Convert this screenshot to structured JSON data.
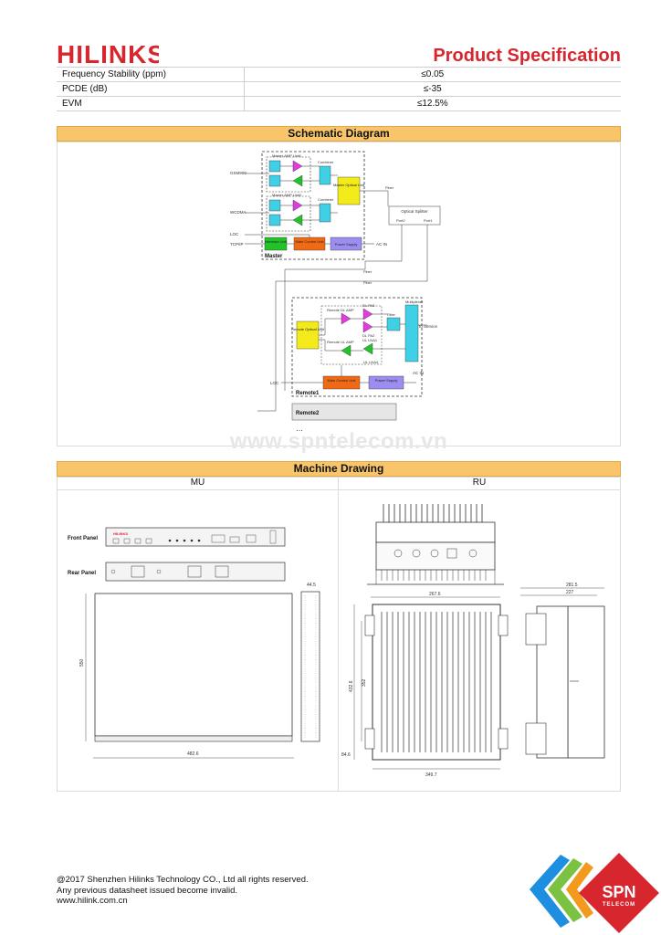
{
  "header": {
    "brand": "HILINKS",
    "title": "Product Specification"
  },
  "specs": [
    {
      "name": "Frequency Stability (ppm)",
      "value": "≤0.05"
    },
    {
      "name": "PCDE (dB)",
      "value": "≤-35"
    },
    {
      "name": "EVM",
      "value": "≤12.5%"
    }
  ],
  "schematic": {
    "section_title": "Schematic Diagram",
    "labels": {
      "gsm": "GSM900",
      "wcdma": "WCDMA",
      "loc": "LOC",
      "tcpip": "TCP/IP",
      "master_amp1": "Master AMP Unit1",
      "master_amp2": "Master AMP Unit2",
      "combiner": "Combiner",
      "master_optical": "Master Optical Unit",
      "interface_unit": "Interface Unit",
      "main_control": "Main Control Unit",
      "power_supply": "Power Supply",
      "acin": "AC IN",
      "master": "Master",
      "fiber": "Fiber",
      "optical_splitter": "Optical Splitter",
      "port2": "Port2",
      "port1": "Port1",
      "multiplexer": "Multiplexer",
      "dl_pa3": "DL PA3",
      "remote_dl_amp": "Remote DL AMP",
      "remote_optical": "Remote Optical Unit",
      "dl_pa2": "DL PA2",
      "ul_lna1": "UL LNA1",
      "remote_ul_amp": "Remote UL AMP",
      "ul_lna4": "UL LNA4",
      "filter": "Filter",
      "to_service": "To Service",
      "ac_in": "AC IN",
      "remote1": "Remote1",
      "remote2": "Remote2",
      "dots": "…"
    },
    "watermark": "www.spntelecom.vn"
  },
  "machine": {
    "section_title": "Machine Drawing",
    "mu_label": "MU",
    "ru_label": "RU",
    "front_panel": "Front Panel",
    "rear_panel": "Rear Panel",
    "dims": {
      "mu_width": "482.6",
      "mu_depth": "550",
      "mu_side": "44.5",
      "ru_width": "267.6",
      "ru_height_outer": "432.6",
      "ru_height_inner": "352",
      "ru_bottom": "349.7",
      "ru_side_a": "84.6",
      "ru_depth_outer": "281.5",
      "ru_depth_inner": "227"
    }
  },
  "footer": {
    "line1": "@2017 Shenzhen Hilinks Technology CO., Ltd all rights reserved.",
    "line2": "Any previous datasheet issued become invalid.",
    "line3": "www.hilink.com.cn",
    "badge_main": "SPN",
    "badge_sub": "TELECOM"
  },
  "colors": {
    "brand_red": "#d8262f",
    "section_bar": "#f9c56a",
    "amp_magenta": "#e23bdf",
    "amp_green": "#22c22b",
    "filter_cyan": "#3fd0e6",
    "optical_yellow": "#f2ea1a",
    "control_orange": "#f06a16",
    "power_purple": "#9c8ef0"
  }
}
